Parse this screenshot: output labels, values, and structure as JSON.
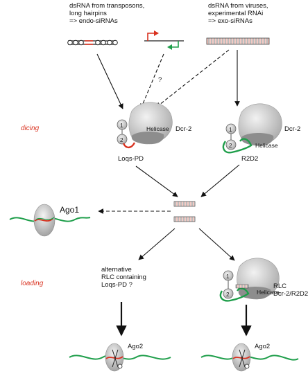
{
  "labels": {
    "endo_source": "dsRNA from transposons,\nlong hairpins\n=> endo-siRNAs",
    "exo_source": "dsRNA from viruses,\nexperimental RNAi\n=> exo-siRNAs",
    "question": "?",
    "dicing": "dicing",
    "loading": "loading",
    "dcr2_left": "Dcr-2",
    "dcr2_right": "Dcr-2",
    "helicase_left": "Helicase",
    "helicase_right": "Helicase",
    "helicase_bottom": "Helicase",
    "loqs_pd": "Loqs-PD",
    "r2d2": "R2D2",
    "ago1": "Ago1",
    "alt_rlc": "alternative\nRLC containing\nLoqs-PD ?",
    "rlc": "RLC\nDcr-2/R2D2",
    "ago2_left": "Ago2",
    "ago2_right": "Ago2",
    "num1_left": "1",
    "num2_left": "2",
    "num1_right": "1",
    "num2_right": "2",
    "num1_bottom": "1",
    "num2_bottom": "2"
  },
  "colors": {
    "side_label": "#d9311f",
    "red_strand": "#d9311f",
    "green_strand": "#1e9e4a",
    "protein_grey": "#c8c8c8",
    "helicase_grey": "#8d8d8d"
  }
}
